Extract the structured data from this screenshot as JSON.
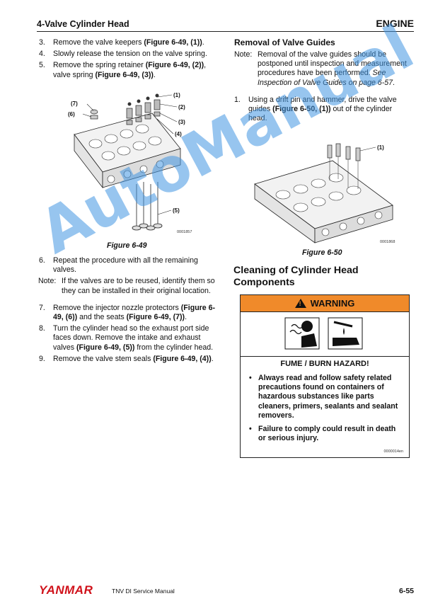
{
  "header": {
    "section_title": "4-Valve Cylinder Head",
    "chapter": "ENGINE"
  },
  "left_column": {
    "steps_a": [
      {
        "num": "3.",
        "text": "Remove the valve keepers ",
        "bold": "(Figure 6-49, (1))",
        "after": "."
      },
      {
        "num": "4.",
        "text": "Slowly release the tension on the valve spring.",
        "bold": "",
        "after": ""
      },
      {
        "num": "5.",
        "text": "Remove the spring retainer ",
        "bold": "(Figure 6-49, (2))",
        "after": ", valve spring ",
        "bold2": "(Figure 6-49, (3))",
        "after2": "."
      }
    ],
    "figure_49": {
      "caption": "Figure 6-49",
      "image_id": "0001857",
      "callouts": [
        "(1)",
        "(2)",
        "(3)",
        "(4)",
        "(5)",
        "(6)",
        "(7)"
      ]
    },
    "step_6": {
      "num": "6.",
      "text": "Repeat the procedure with all the remaining valves."
    },
    "note": {
      "label": "Note:",
      "text": "If the valves are to be reused, identify them so they can be installed in their original location."
    },
    "steps_b": [
      {
        "num": "7.",
        "text": "Remove the injector nozzle protectors ",
        "bold": "(Figure 6-49, (6))",
        "after": " and the seats ",
        "bold2": "(Figure 6-49, (7))",
        "after2": "."
      },
      {
        "num": "8.",
        "text": "Turn the cylinder head so the exhaust port side faces down. Remove the intake and exhaust valves ",
        "bold": "(Figure 6-49, (5))",
        "after": " from the cylinder head.",
        "bold2": "",
        "after2": ""
      },
      {
        "num": "9.",
        "text": "Remove the valve stem seals ",
        "bold": "(Figure 6-49, (4))",
        "after": ".",
        "bold2": "",
        "after2": ""
      }
    ]
  },
  "right_column": {
    "removal_title": "Removal of Valve Guides",
    "note": {
      "label": "Note:",
      "text": "Removal of the valve guides should be postponed until inspection and measurement procedures have been performed. ",
      "italic": "See Inspection of Valve Guides on page 6-57",
      "after": "."
    },
    "step_1": {
      "num": "1.",
      "text": "Using a drift pin and hammer, drive the valve guides ",
      "bold": "(Figure 6-50, (1))",
      "after": " out of the cylinder head."
    },
    "figure_50": {
      "caption": "Figure 6-50",
      "image_id": "0001868",
      "callout": "(1)"
    },
    "cleaning_title": "Cleaning of Cylinder Head Components",
    "warning": {
      "header": "WARNING",
      "hazard_title": "FUME / BURN HAZARD!",
      "bullets": [
        "Always read and follow safety related precautions found on containers of hazardous substances like parts cleaners, primers, sealants and sealant removers.",
        "Failure to comply could result in death or serious injury."
      ],
      "code": "0000014en"
    }
  },
  "watermark": "AutoManual",
  "footer": {
    "logo": "YANMAR",
    "manual": "TNV DI Service Manual",
    "page": "6-55"
  }
}
